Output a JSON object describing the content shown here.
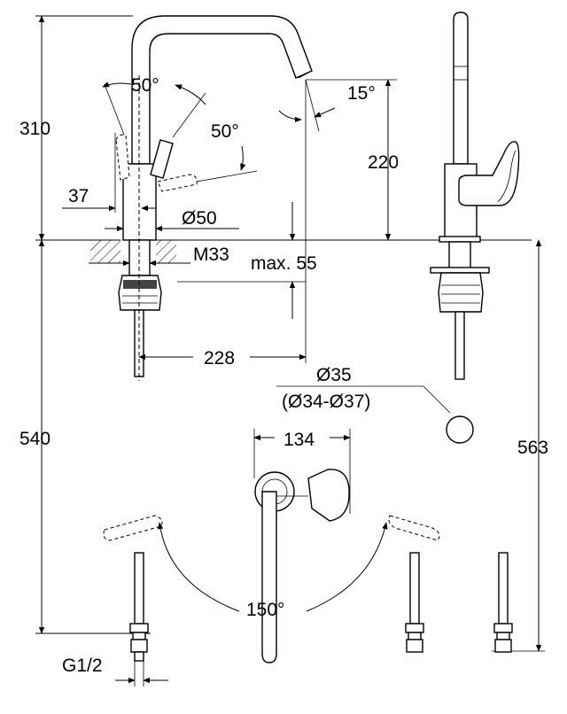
{
  "drawing": {
    "dims": {
      "h310": "310",
      "h220": "220",
      "h540": "540",
      "h563": "563",
      "w37": "37",
      "w228": "228",
      "w134": "134",
      "dia50": "Ø50",
      "thread": "M33",
      "max55": "max. 55",
      "dia35": "Ø35",
      "dia_range": "(Ø34-Ø37)",
      "pipe": "G1/2"
    },
    "angles": {
      "lever_left": "50°",
      "lever_right": "50°",
      "spout_tilt": "15°",
      "swivel": "150°"
    }
  }
}
